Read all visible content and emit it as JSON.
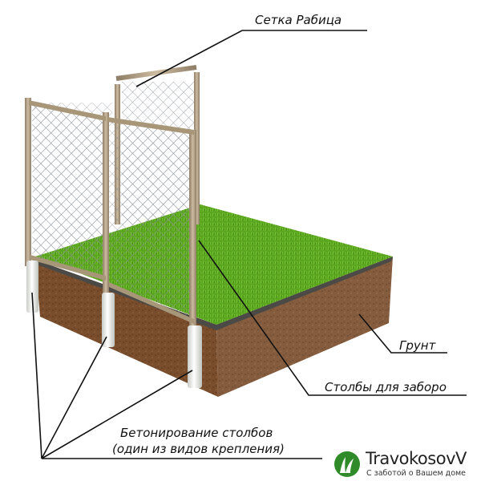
{
  "labels": {
    "mesh": "Сетка Рабица",
    "soil": "Грунт",
    "posts": "Столбы для заборо",
    "concrete_line1": "Бетонирование столбов",
    "concrete_line2": "(один из видов крепления)"
  },
  "logo": {
    "name": "TravokosovV",
    "tagline": "С заботой о Вашем доме"
  },
  "colors": {
    "grass": "#5aa51e",
    "soil": "#7a4e2c",
    "post": "#b9a78c",
    "concrete": "#eef0ec",
    "logo_green": "#2f8a2a"
  }
}
